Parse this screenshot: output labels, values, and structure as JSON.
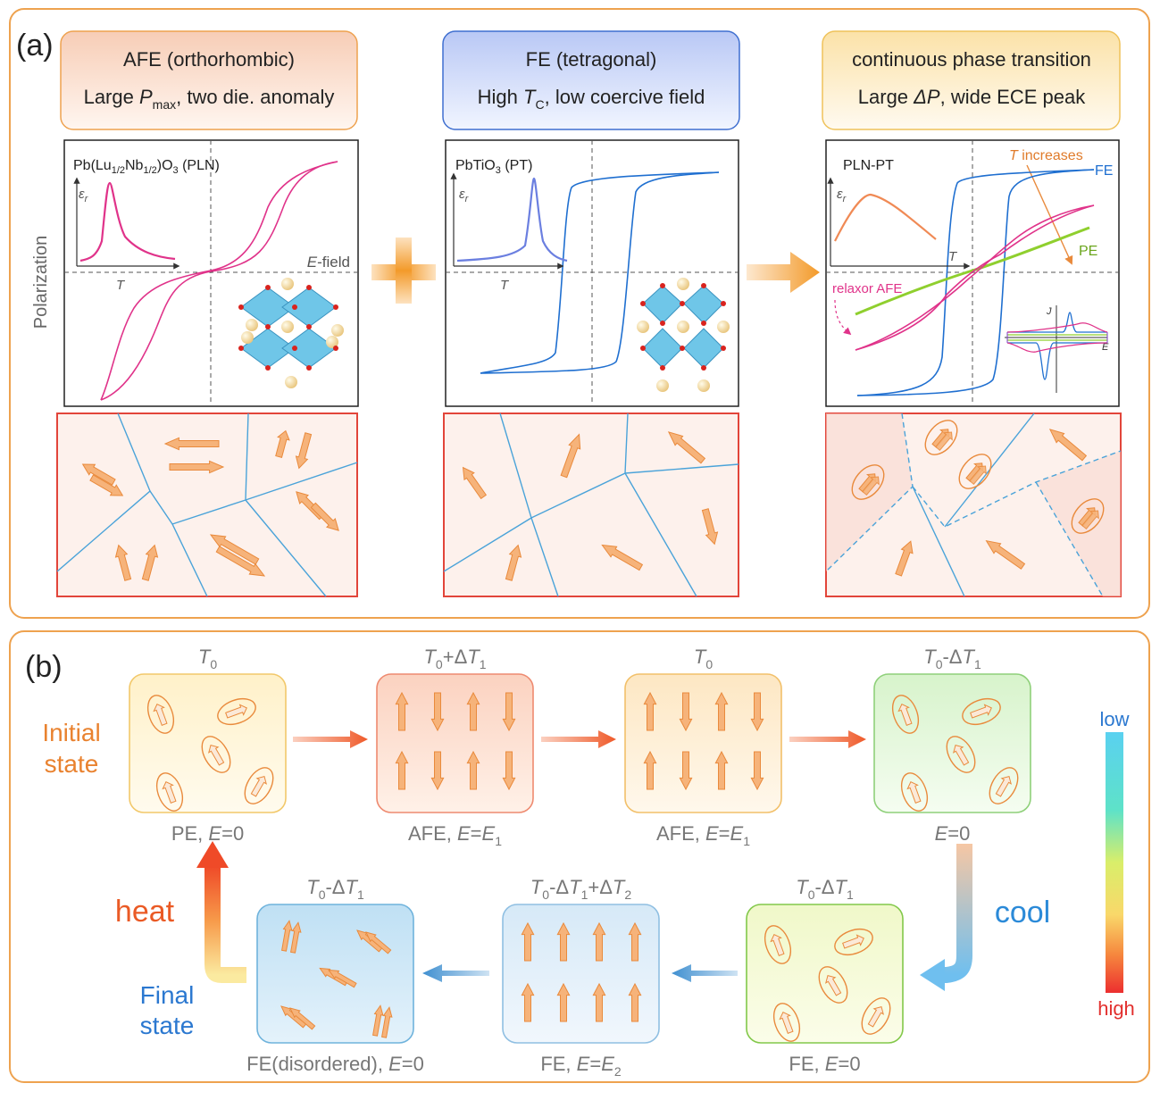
{
  "panel_a": {
    "label": "(a)",
    "ylabel": "Polarization",
    "afe": {
      "title_line1": "AFE (orthorhombic)",
      "desc_pre": "Large ",
      "desc_sym": "P",
      "desc_sub": "max",
      "desc_post": ", two die. anomaly",
      "material": "Pb(Lu1/2Nb1/2)O3 (PLN)",
      "xaxis": "E-field",
      "inset_y": "εr",
      "inset_x": "T"
    },
    "fe": {
      "title_line1": "FE (tetragonal)",
      "desc_pre": "High ",
      "desc_sym": "T",
      "desc_sub": "C",
      "desc_post": ", low coercive field",
      "material": "PbTiO3 (PT)",
      "inset_y": "εr",
      "inset_x": "T"
    },
    "mix": {
      "title_line1": "continuous phase transition",
      "desc_pre": "Large ",
      "desc_sym": "ΔP",
      "desc_post": ", wide ECE peak",
      "material": "PLN-PT",
      "inset_y": "εr",
      "inset_x": "T",
      "t_increase": "T increases",
      "fe_label": "FE",
      "pe_label": "PE",
      "relaxor_label": "relaxor AFE",
      "j_label": "J",
      "e_label": "E"
    },
    "colors": {
      "afe": "#e0338a",
      "fe": "#1f6fd0",
      "pe": "#8fcf2e",
      "arrow": "#f2a65a",
      "domain_wall": "#4aa3d9"
    }
  },
  "panel_b": {
    "label": "(b)",
    "initial_state": "Initial state",
    "final_state": "Final state",
    "heat": "heat",
    "cool": "cool",
    "colorbar_low": "low",
    "colorbar_high": "high",
    "states": [
      {
        "temp_pre": "T",
        "temp_sub": "0",
        "temp_post": "",
        "temp_post_sub": "",
        "caption": "PE, E=0"
      },
      {
        "temp_pre": "T",
        "temp_sub": "0",
        "temp_post": "+ΔT",
        "temp_post_sub": "1",
        "caption": "AFE, E=E1"
      },
      {
        "temp_pre": "T",
        "temp_sub": "0",
        "temp_post": "",
        "temp_post_sub": "",
        "caption": "AFE, E=E1"
      },
      {
        "temp_pre": "T",
        "temp_sub": "0",
        "temp_post": "-ΔT",
        "temp_post_sub": "1",
        "caption": "E=0"
      },
      {
        "temp_pre": "T",
        "temp_sub": "0",
        "temp_post": "-ΔT",
        "temp_post_sub": "1",
        "caption": "FE, E=0"
      },
      {
        "temp_pre": "T",
        "temp_sub": "0",
        "temp_post": "-ΔT",
        "temp_post_sub": "1",
        "temp_post2": "+ΔT",
        "temp_post2_sub": "2",
        "caption": "FE, E=E2"
      },
      {
        "temp_pre": "T",
        "temp_sub": "0",
        "temp_post": "-ΔT",
        "temp_post_sub": "1",
        "temp_post2": "",
        "temp_post2_sub": "",
        "caption": "FE(disordered), E=0"
      }
    ]
  }
}
